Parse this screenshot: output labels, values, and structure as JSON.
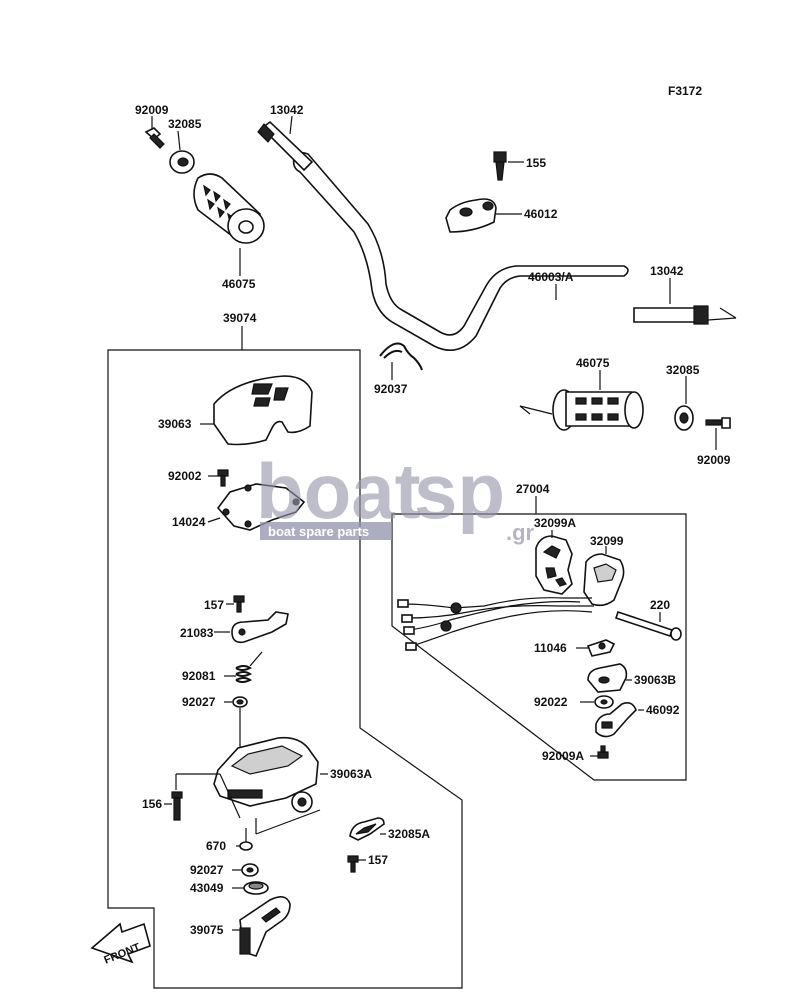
{
  "figure_code": "F3172",
  "watermark": {
    "brand_left": "boat",
    "brand_right": "sp",
    "domain": ".gr",
    "tagline": "boat spare parts"
  },
  "front_label": "FRONT",
  "parts": {
    "p92009_top": "92009",
    "p32085_top": "32085",
    "p13042_left": "13042",
    "p155": "155",
    "p46012": "46012",
    "p46075_left": "46075",
    "p46003A": "46003/A",
    "p13042_right": "13042",
    "p39074": "39074",
    "p92037": "92037",
    "p46075_right": "46075",
    "p32085_right": "32085",
    "p92009_right": "92009",
    "p39063": "39063",
    "p92002": "92002",
    "p27004": "27004",
    "p14024": "14024",
    "p32099A": "32099A",
    "p32099": "32099",
    "p157_top": "157",
    "p220": "220",
    "p21083": "21083",
    "p11046": "11046",
    "p39063B": "39063B",
    "p92081": "92081",
    "p92022": "92022",
    "p46092": "46092",
    "p92027_top": "92027",
    "p92009A": "92009A",
    "p39063A": "39063A",
    "p156": "156",
    "p32085A": "32085A",
    "p670": "670",
    "p157_bottom": "157",
    "p92027_bottom": "92027",
    "p43049": "43049",
    "p39075": "39075"
  }
}
